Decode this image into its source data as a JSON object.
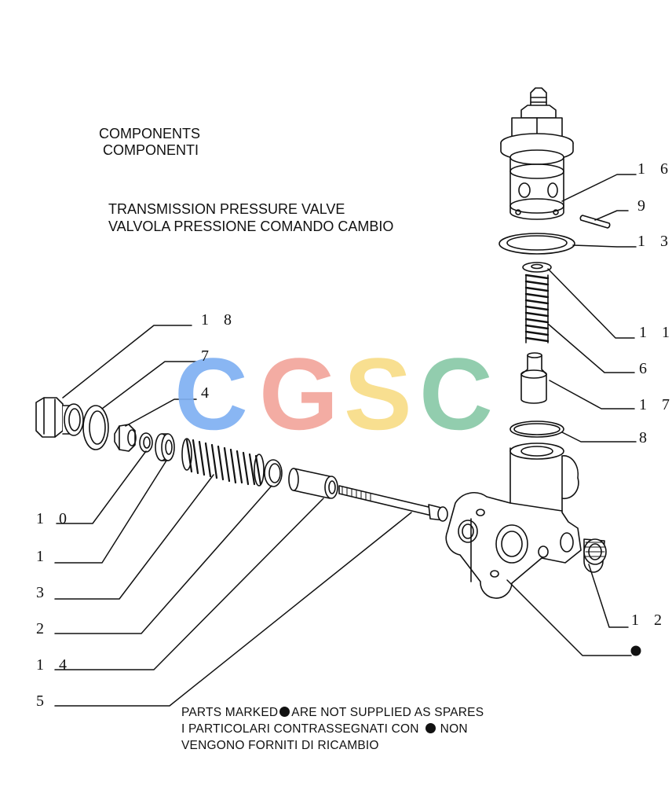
{
  "heading": {
    "line1": "COMPONENTS",
    "line2": "COMPONENTI"
  },
  "subheading": {
    "line1": "TRANSMISSION  PRESSURE  VALVE",
    "line2": "VALVOLA PRESSIONE COMANDO CAMBIO"
  },
  "watermark": {
    "letters": [
      "C",
      "G",
      "S",
      "C"
    ],
    "colors": [
      "#7fb0f2",
      "#f2a59b",
      "#f7dc87",
      "#89c9a7"
    ]
  },
  "callouts": {
    "c16": "1 6",
    "c9": "9",
    "c13": "1 3",
    "c11": "1 1",
    "c6": "6",
    "c17": "1 7",
    "c8": "8",
    "c12": "1 2",
    "c18": "1 8",
    "c7": "7",
    "c4": "4",
    "c10": "1 0",
    "c1": "1",
    "c3": "3",
    "c2": "2",
    "c14": "1 4",
    "c5": "5"
  },
  "note": {
    "line1_before": "PARTS MARKED",
    "line1_after": "ARE NOT SUPPLIED AS SPARES",
    "line2_before": "I  PARTICOLARI  CONTRASSEGNATI  CON",
    "line2_after": "NON",
    "line3": "VENGONO FORNITI DI RICAMBIO"
  }
}
